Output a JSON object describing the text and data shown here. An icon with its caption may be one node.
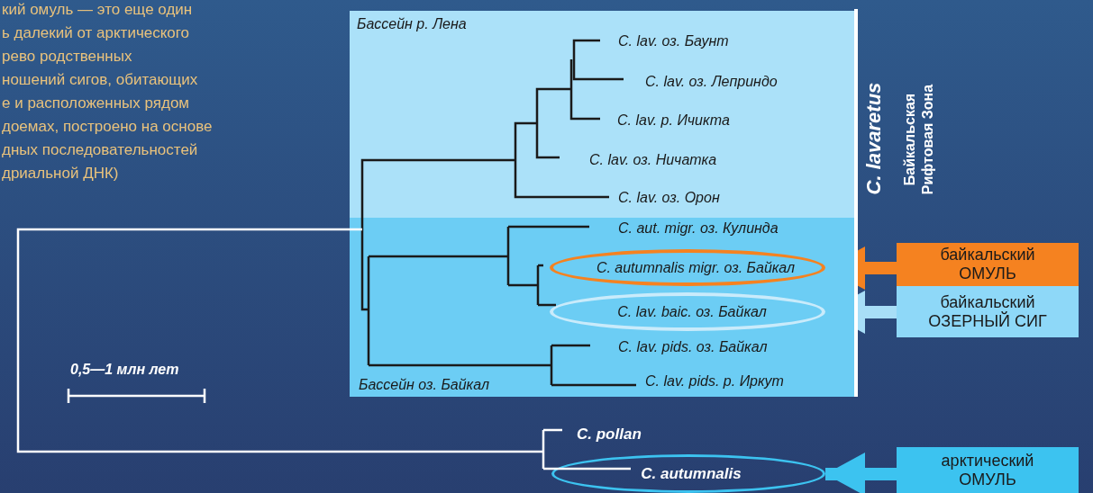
{
  "diagram": {
    "nodes": [
      {
        "text": [
          "Бассейн р. Лена"
        ]
      },
      {
        "text": [
          "C. lav. оз. Баунт"
        ],
        "in": 0
      },
      {
        "text": [
          "C. lav. оз. Леприндо"
        ],
        "in": 0
      },
      {
        "text": [
          "C. lav. р. Ичикта"
        ],
        "in": 0
      },
      {
        "text": [
          "C. lav. оз. Ничатка"
        ],
        "in": 0
      },
      {
        "text": [
          "C. lav. оз. Орон"
        ],
        "in": 0
      },
      {
        "text": [
          "Бассейн оз. Байкал"
        ]
      },
      {
        "text": [
          "C. aut. migr. оз. Кулинда"
        ],
        "in": 6
      },
      {
        "text": [
          "C. autumnalis migr. оз. Байкал"
        ],
        "in": 6
      },
      {
        "text": [
          "C. lav. baic. оз. Байкал"
        ],
        "in": 6
      },
      {
        "text": [
          "C. lav. pids. оз. Байкал"
        ],
        "in": 6
      },
      {
        "text": [
          "C. lav. pids. р. Иркут"
        ],
        "in": 6
      },
      {
        "text": [
          "C. pollan"
        ]
      },
      {
        "text": [
          "C. autumnalis"
        ]
      },
      {
        "text": [
          "байкальский ОМУЛЬ"
        ]
      },
      {
        "text": [
          "байкальский ОЗЕРНЫЙ СИГ"
        ]
      },
      {
        "text": [
          "арктический ОМУЛЬ"
        ]
      }
    ],
    "edges": [
      {
        "from": 14,
        "to": 8,
        "arrow": "to",
        "color": "#f58220"
      },
      {
        "from": 15,
        "to": 9,
        "arrow": "to",
        "color": "#a8def7"
      },
      {
        "from": 16,
        "to": 13,
        "arrow": "to",
        "color": "#3cc3f0"
      }
    ],
    "labels": [
      "кий омуль — это еще один",
      "ь далекий от арктического",
      "рево родственных",
      "ношений сигов, обитающих",
      "е и расположенных рядом",
      "доемах, построено на основе",
      "дных последовательностей",
      "дриальной ДНК)",
      "C. lavaretus",
      "Байкальская Рифтовая Зона",
      "0,5—1 млн лет"
    ]
  }
}
